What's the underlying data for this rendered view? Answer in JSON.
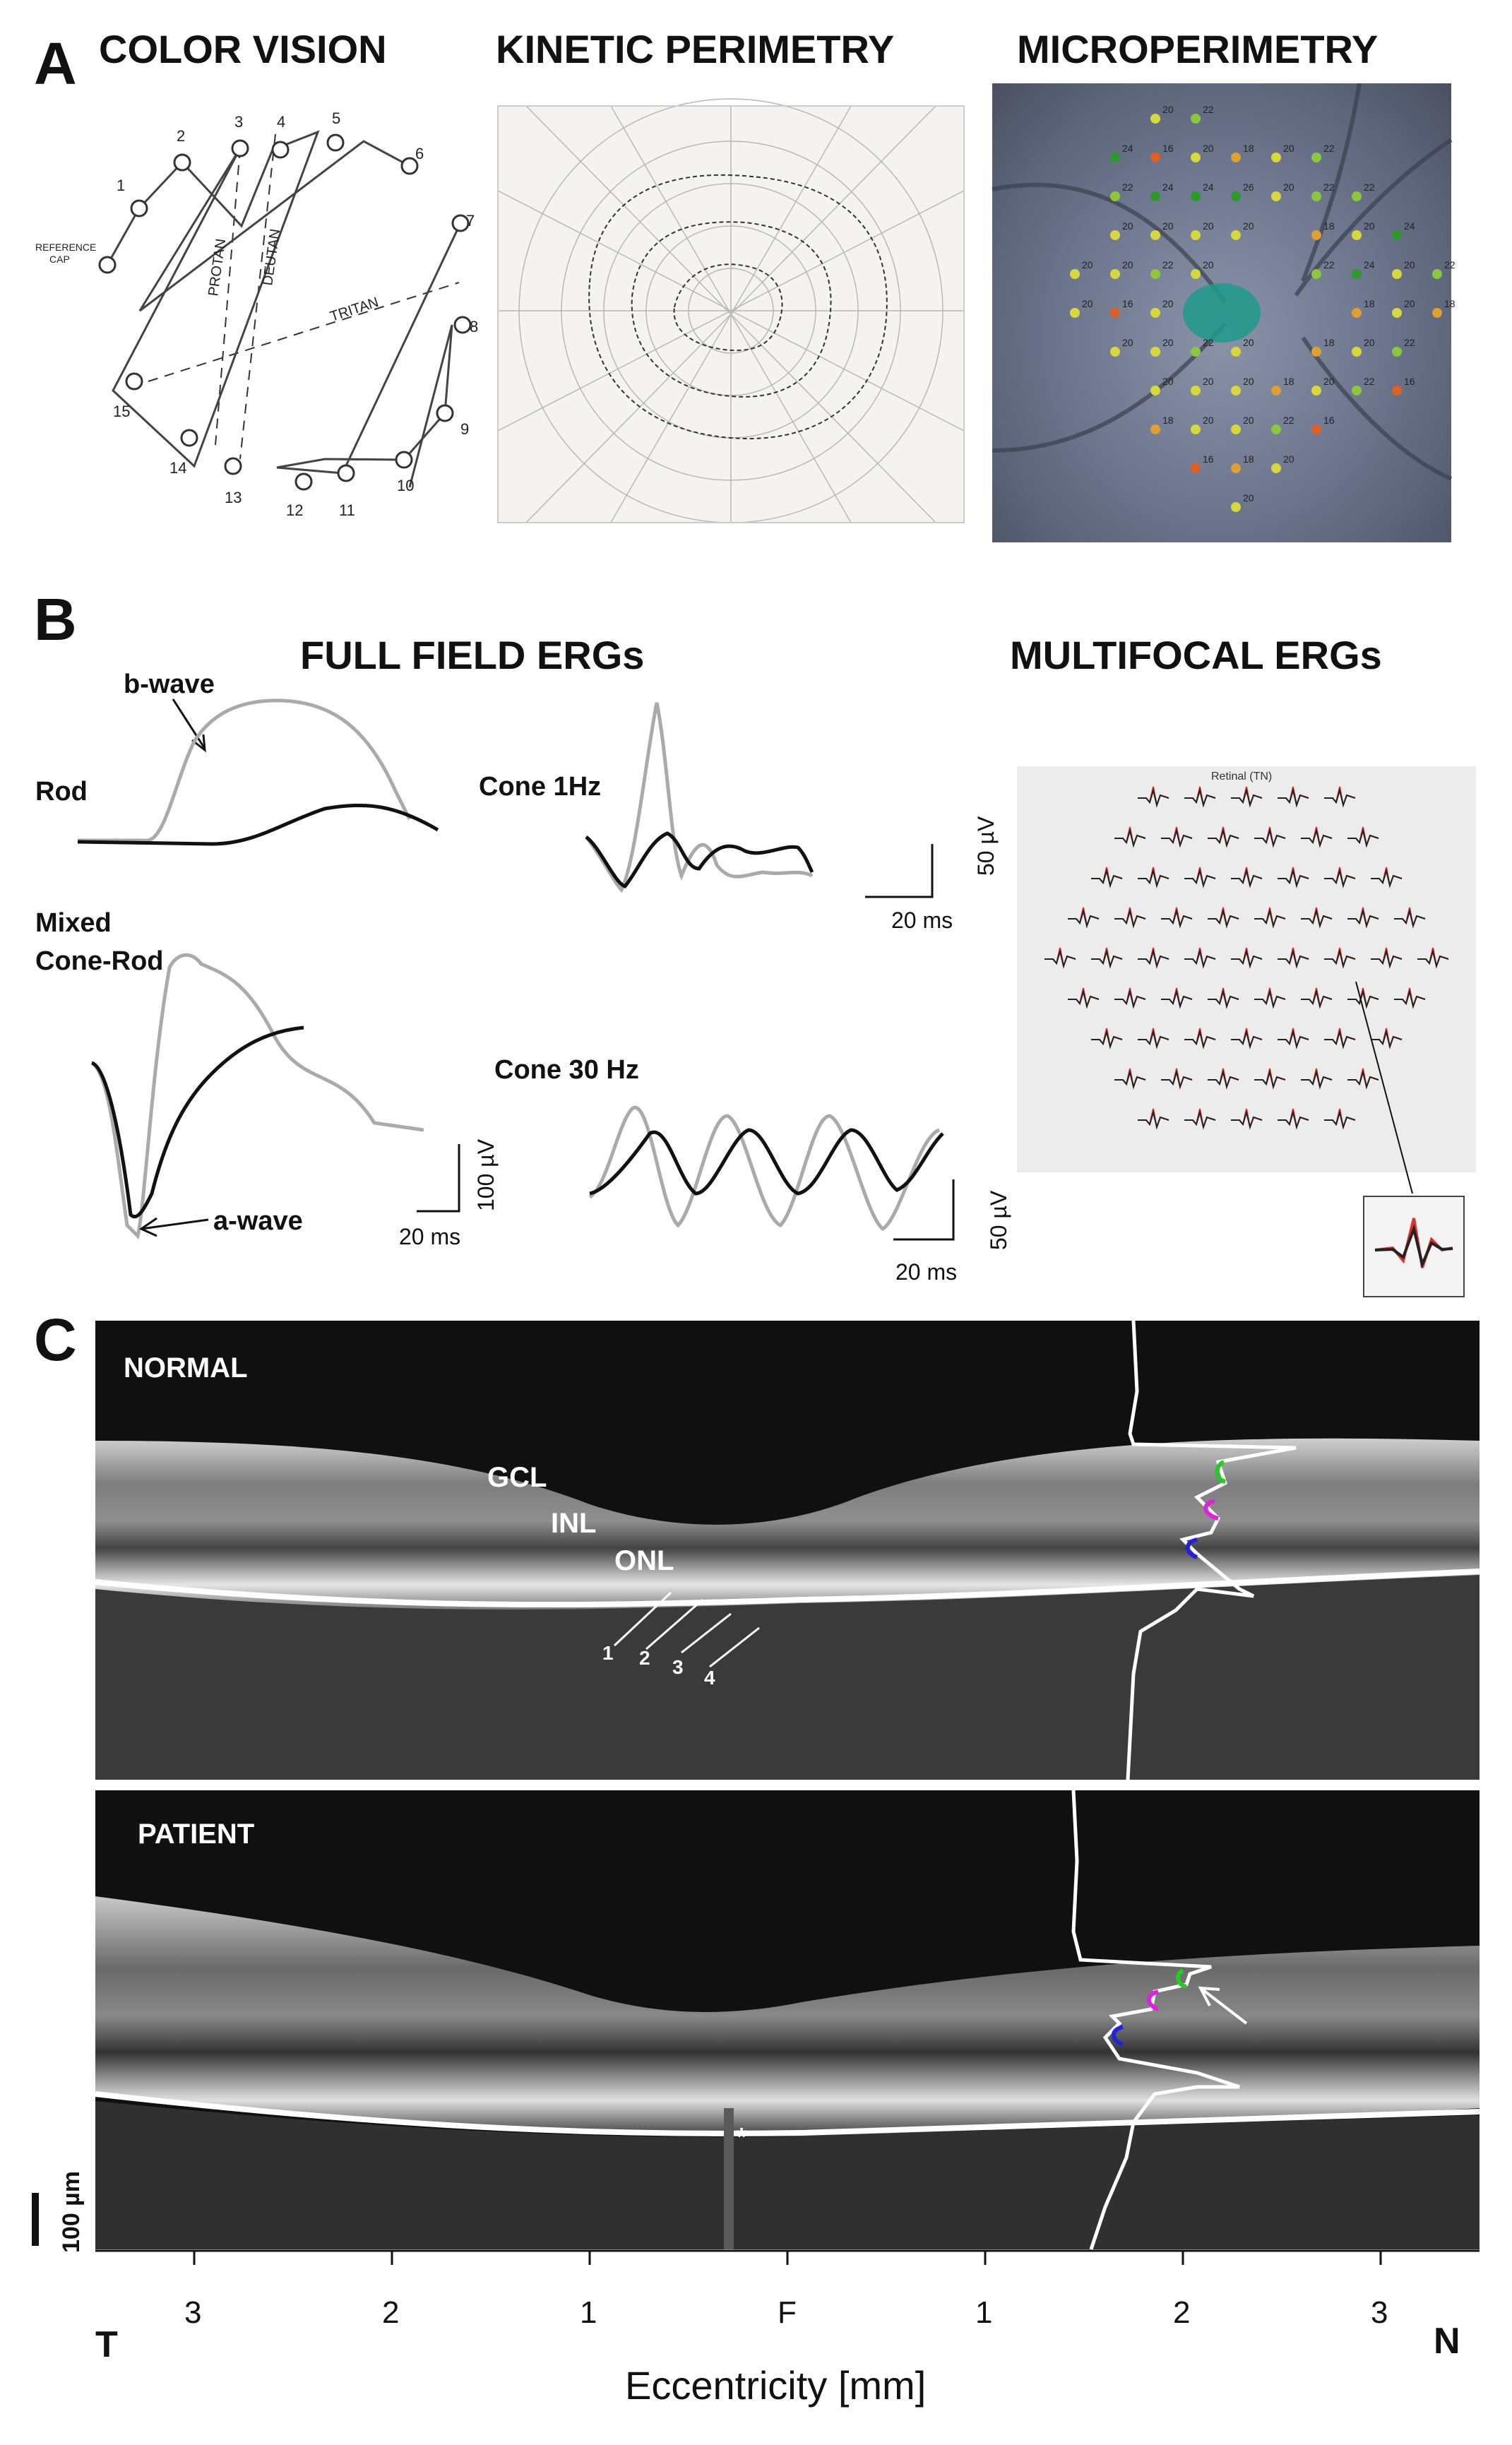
{
  "panels": {
    "A": {
      "letter": "A",
      "color_vision": {
        "title": "COLOR VISION",
        "reference_cap": [
          "REFERENCE",
          "CAP"
        ],
        "axis_labels": {
          "protan": "PROTAN",
          "deutan": "DEUTAN",
          "tritan": "TRITAN"
        },
        "caps": [
          "1",
          "2",
          "3",
          "4",
          "5",
          "6",
          "7",
          "8",
          "9",
          "10",
          "11",
          "12",
          "13",
          "14",
          "15"
        ]
      },
      "kinetic_perimetry": {
        "title": "KINETIC PERIMETRY"
      },
      "microperimetry": {
        "title": "MICROPERIMETRY",
        "values": [
          [
            "",
            "",
            "",
            "20",
            "22",
            "",
            "",
            "",
            "",
            "",
            ""
          ],
          [
            "",
            "",
            "24",
            "16",
            "20",
            "18",
            "20",
            "22",
            "",
            "",
            ""
          ],
          [
            "",
            "",
            "22",
            "24",
            "24",
            "26",
            "20",
            "22",
            "22",
            "",
            ""
          ],
          [
            "",
            "",
            "20",
            "20",
            "20",
            "20",
            "",
            "18",
            "20",
            "24",
            ""
          ],
          [
            "",
            "20",
            "20",
            "22",
            "20",
            "",
            "",
            "22",
            "24",
            "20",
            "22"
          ],
          [
            "",
            "20",
            "16",
            "20",
            "",
            "",
            "",
            "",
            "18",
            "20",
            "18"
          ],
          [
            "",
            "",
            "20",
            "20",
            "22",
            "20",
            "",
            "18",
            "20",
            "22",
            ""
          ],
          [
            "",
            "",
            "",
            "20",
            "20",
            "20",
            "18",
            "20",
            "22",
            "16",
            ""
          ],
          [
            "",
            "",
            "",
            "18",
            "20",
            "20",
            "22",
            "16",
            "",
            "",
            ""
          ],
          [
            "",
            "",
            "",
            "",
            "16",
            "18",
            "20",
            "",
            "",
            "",
            ""
          ],
          [
            "",
            "",
            "",
            "",
            "",
            "20",
            "",
            "",
            "",
            "",
            ""
          ]
        ]
      }
    },
    "B": {
      "letter": "B",
      "full_field_title": "FULL FIELD ERGs",
      "multifocal_title": "MULTIFOCAL ERGs",
      "labels": {
        "b_wave": "b-wave",
        "rod": "Rod",
        "mixed": "Mixed",
        "cone_rod": "Cone-Rod",
        "a_wave": "a-wave",
        "cone_1hz": "Cone 1Hz",
        "cone_30hz": "Cone 30 Hz",
        "scale_20ms": "20 ms",
        "scale_50uv": "50 µV",
        "scale_100uv": "100 µV",
        "mf_inner_title": "Retinal (TN)"
      },
      "colors": {
        "patient": "#111111",
        "normal": "#aaaaaa",
        "mf_patient": "#222222",
        "mf_normal": "#e03030"
      }
    },
    "C": {
      "letter": "C",
      "normal_label": "NORMAL",
      "patient_label": "PATIENT",
      "layer_labels": {
        "gcl": "GCL",
        "inl": "INL",
        "onl": "ONL"
      },
      "band_numbers": [
        "1",
        "2",
        "3",
        "4"
      ],
      "scale_bar": "100 µm",
      "asterisk": "*",
      "x_ticks": [
        "3",
        "2",
        "1",
        "F",
        "1",
        "2",
        "3"
      ],
      "side_left": "T",
      "side_right": "N",
      "xlabel": "Eccentricity [mm]",
      "profile_colors": {
        "gcl": "#22cc22",
        "inl": "#dd22dd",
        "onl": "#2222dd"
      }
    }
  },
  "chart_data": [
    {
      "type": "line",
      "title": "FULL FIELD ERGs",
      "series": [
        {
          "name": "Rod",
          "values": "patient trace small, normal trace larger b-wave"
        },
        {
          "name": "Mixed Cone-Rod",
          "values": "a-wave negative then b-wave"
        },
        {
          "name": "Cone 1Hz",
          "values": "sharp peak"
        },
        {
          "name": "Cone 30 Hz",
          "values": "periodic flicker"
        }
      ]
    }
  ]
}
